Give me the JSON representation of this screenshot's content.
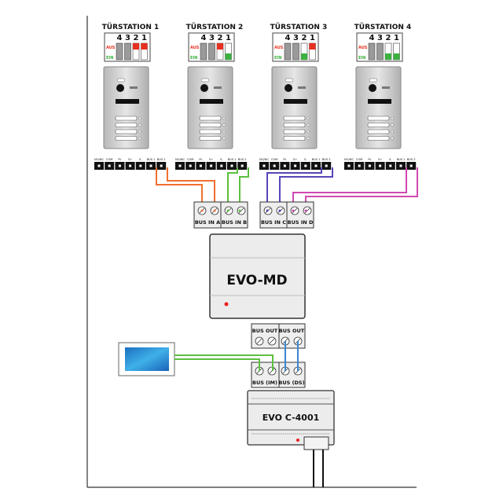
{
  "stations": [
    {
      "title": "TÜRSTATION 1",
      "switches": [
        "off",
        "off",
        "aus",
        "aus"
      ],
      "wire_color": "#f07030"
    },
    {
      "title": "TÜRSTATION 2",
      "switches": [
        "off",
        "off",
        "aus",
        "ein"
      ],
      "wire_color": "#5cc040"
    },
    {
      "title": "TÜRSTATION 3",
      "switches": [
        "off",
        "off",
        "ein",
        "aus"
      ],
      "wire_color": "#5a44b8"
    },
    {
      "title": "TÜRSTATION 4",
      "switches": [
        "off",
        "off",
        "ein",
        "ein"
      ],
      "wire_color": "#d048b0"
    }
  ],
  "dip": {
    "numbers": [
      "4",
      "3",
      "2",
      "1"
    ],
    "aus_label": "AUS",
    "ein_label": "EIN",
    "aus_color": "#e83020",
    "ein_color": "#3cb040"
  },
  "terminal_labels": [
    "NO/NC",
    "COM",
    "PL",
    "S+",
    "S-",
    "BUS 1",
    "BUS 2"
  ],
  "bus_inputs": [
    "BUS IN A",
    "BUS IN B",
    "BUS IN C",
    "BUS IN D"
  ],
  "evo_md": {
    "label": "EVO-MD"
  },
  "bus_out": [
    "BUS OUT",
    "BUS OUT"
  ],
  "bus_c": [
    "BUS (IM)",
    "BUS (DS)"
  ],
  "evo_c": {
    "label": "EVO C-4001"
  },
  "colors": {
    "monitor_wire": "#5cc040",
    "ds_wire": "#3a86d0"
  }
}
